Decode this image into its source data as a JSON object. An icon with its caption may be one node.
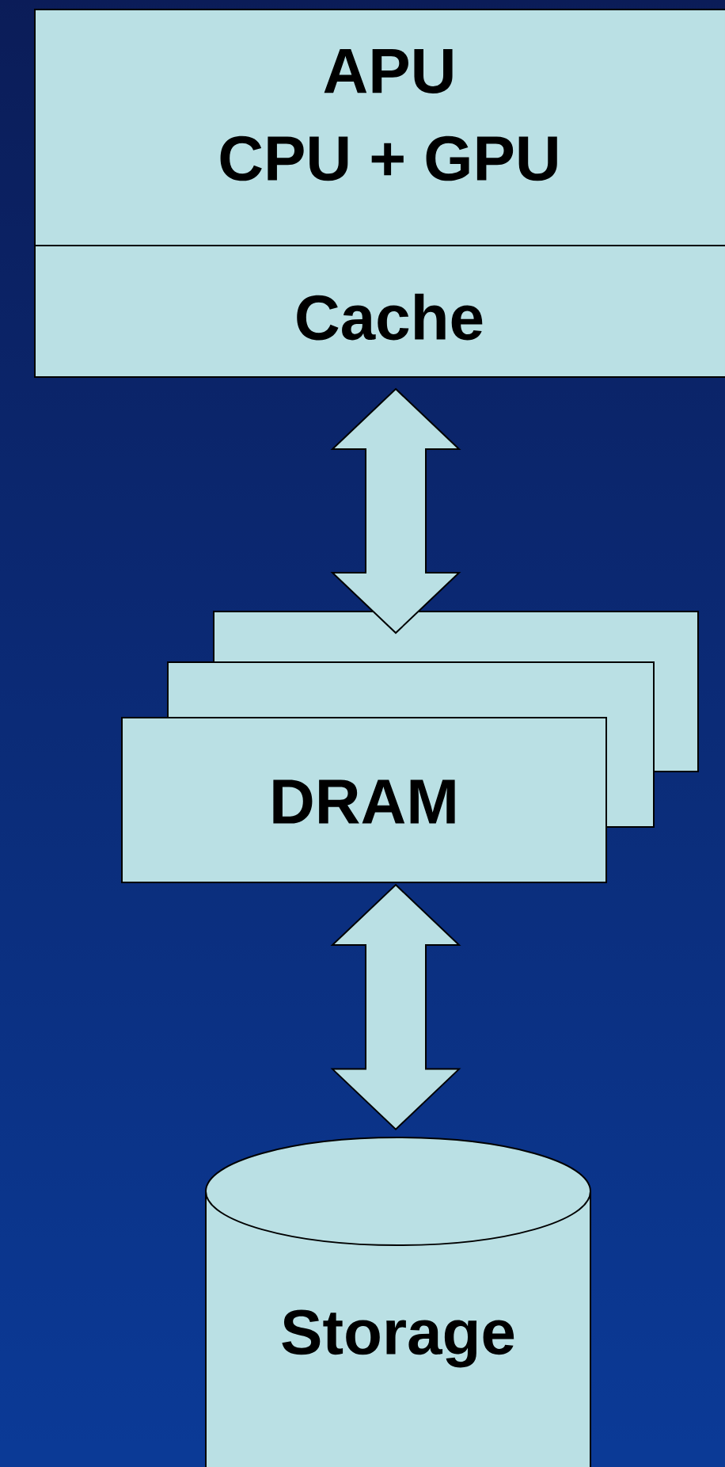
{
  "diagram": {
    "nodes": [
      {
        "text": [
          "APU",
          "CPU + GPU"
        ]
      },
      {
        "text": [
          "Cache"
        ]
      },
      {
        "text": [],
        "shape": "box"
      },
      {
        "text": [],
        "shape": "box"
      },
      {
        "text": [
          "DRAM"
        ]
      },
      {
        "text": [
          "Storage"
        ]
      }
    ],
    "edges": [
      {
        "from": 1,
        "to": 4,
        "arrow": "both"
      },
      {
        "from": 4,
        "to": 5,
        "arrow": "both"
      }
    ]
  }
}
